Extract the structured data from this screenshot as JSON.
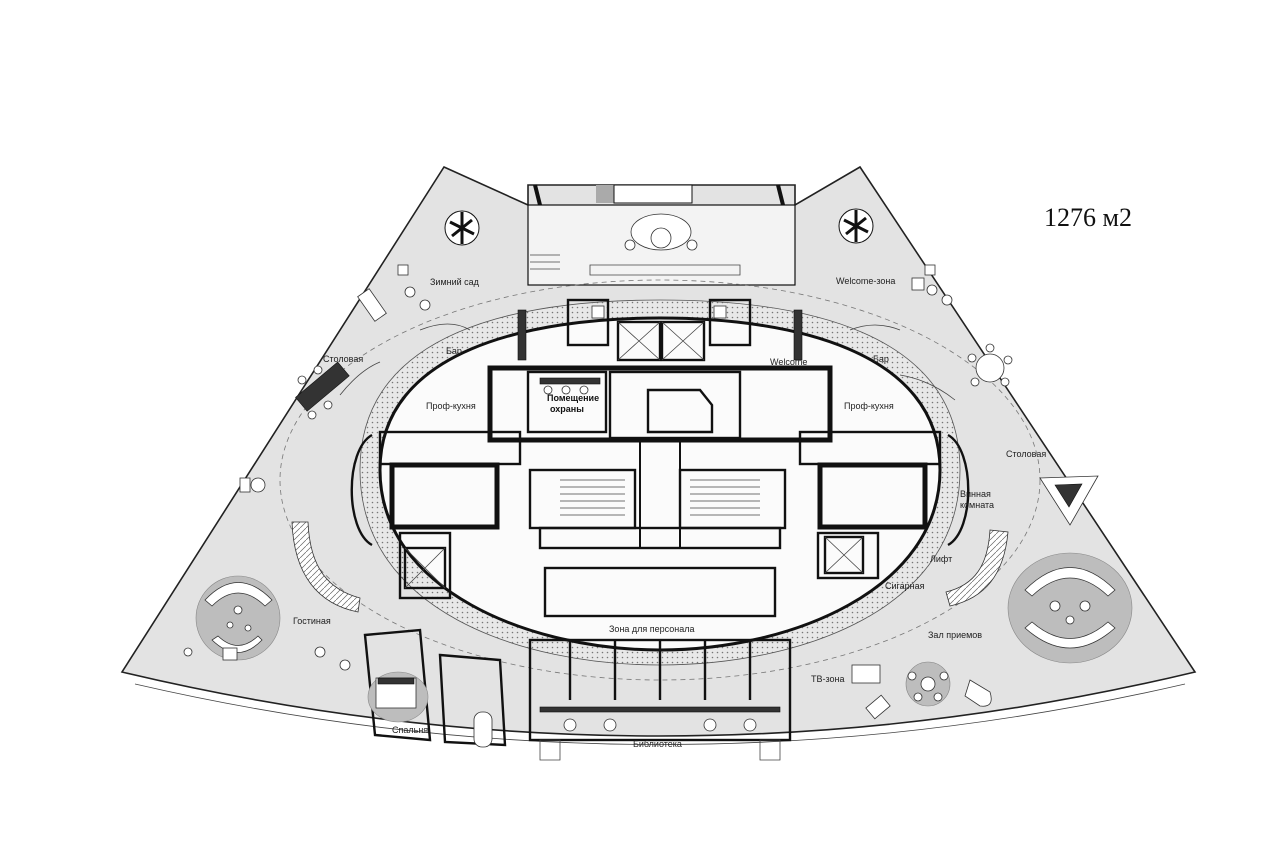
{
  "plan": {
    "total_area": "1276 м2",
    "rooms": {
      "winter_garden": "Зимний сад",
      "welcome_zone": "Welcome-зона",
      "dining_left": "Столовая",
      "dining_right": "Столовая",
      "bar_left": "Бар",
      "bar_right": "Бар",
      "kitchen_left": "Проф-кухня",
      "kitchen_right": "Проф-кухня",
      "security_room_1": "Помещение",
      "security_room_2": "охраны",
      "welcome_small": "Welcome",
      "wine_room_1": "Винная",
      "wine_room_2": "комната",
      "elevator": "Лифт",
      "cigar_room": "Сигарная",
      "staff_zone": "Зона для персонала",
      "living_room": "Гостиная",
      "reception_hall": "Зал приемов",
      "tv_zone": "ТВ-зона",
      "bedroom": "Спальня",
      "library": "Библиотека"
    }
  }
}
